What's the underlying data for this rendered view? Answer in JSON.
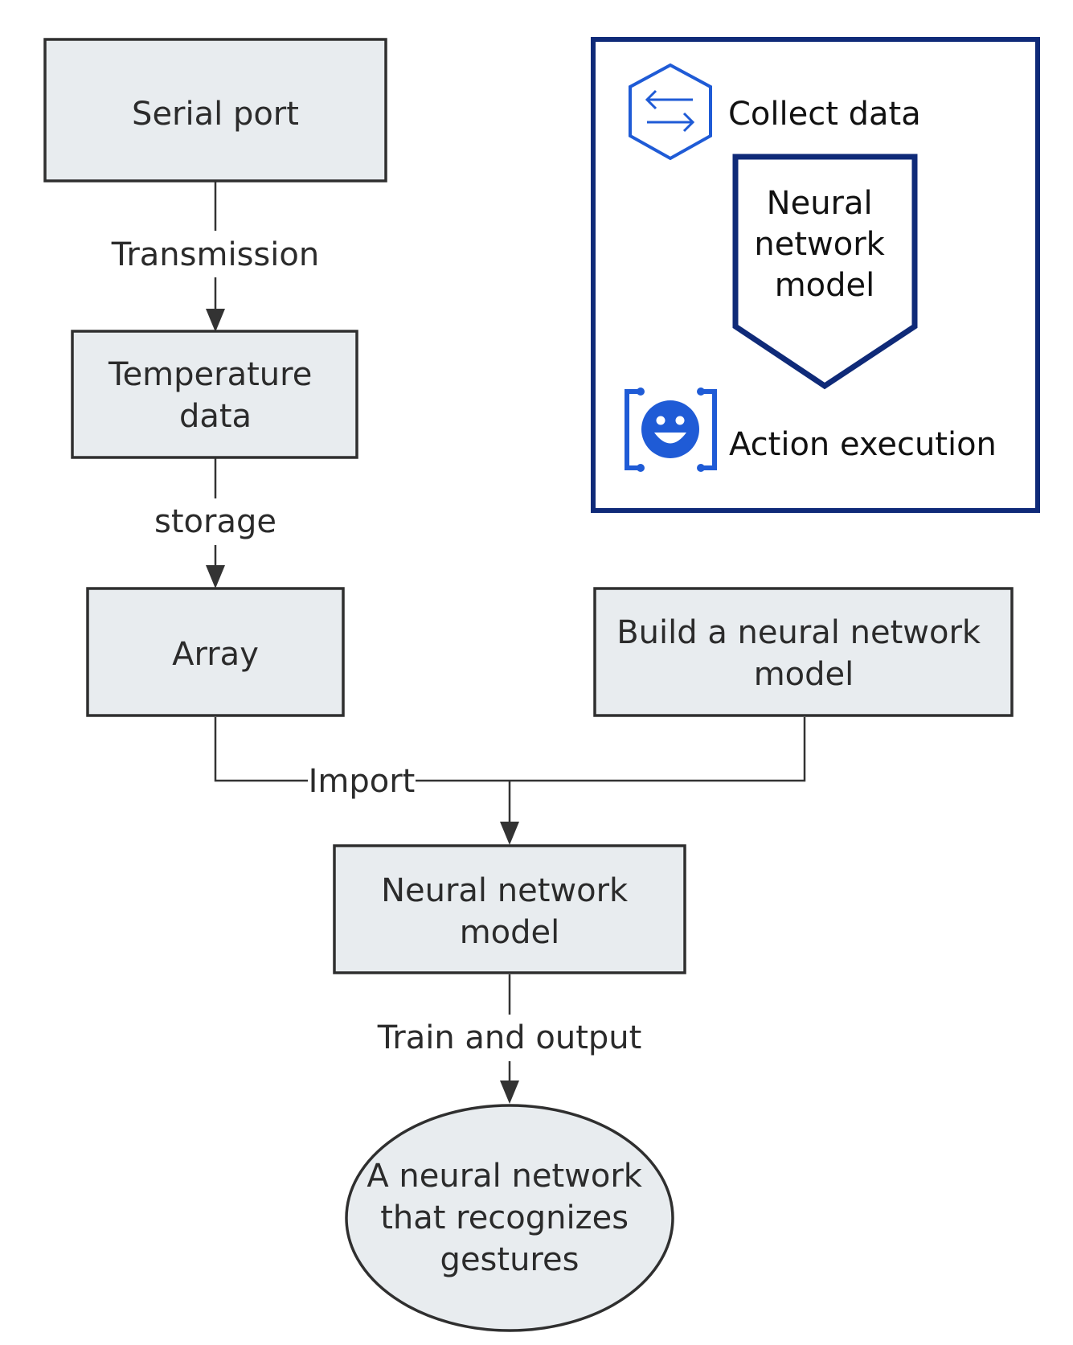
{
  "nodes": {
    "serial_port": [
      "Serial port"
    ],
    "temperature_data": [
      "Temperature",
      "data"
    ],
    "array": [
      "Array"
    ],
    "build_model": [
      "Build a neural network",
      "model"
    ],
    "neural_model": [
      "Neural network",
      "model"
    ],
    "recognizer": [
      "A neural network",
      "that recognizes",
      "gestures"
    ]
  },
  "edges": {
    "transmission": "Transmission",
    "storage": "storage",
    "import": "Import",
    "train_output": "Train and output"
  },
  "legend": {
    "collect_data": "Collect data",
    "neural_model": [
      "Neural",
      "network",
      "model"
    ],
    "action_execution": "Action execution"
  },
  "colors": {
    "legend_border": "#0f2a78",
    "icon_blue": "#1f5bd6",
    "box_fill": "#e8ecef"
  },
  "icons": {
    "collect_data": "exchange-arrows-hexagon-icon",
    "action_execution": "smiley-bracket-icon"
  }
}
